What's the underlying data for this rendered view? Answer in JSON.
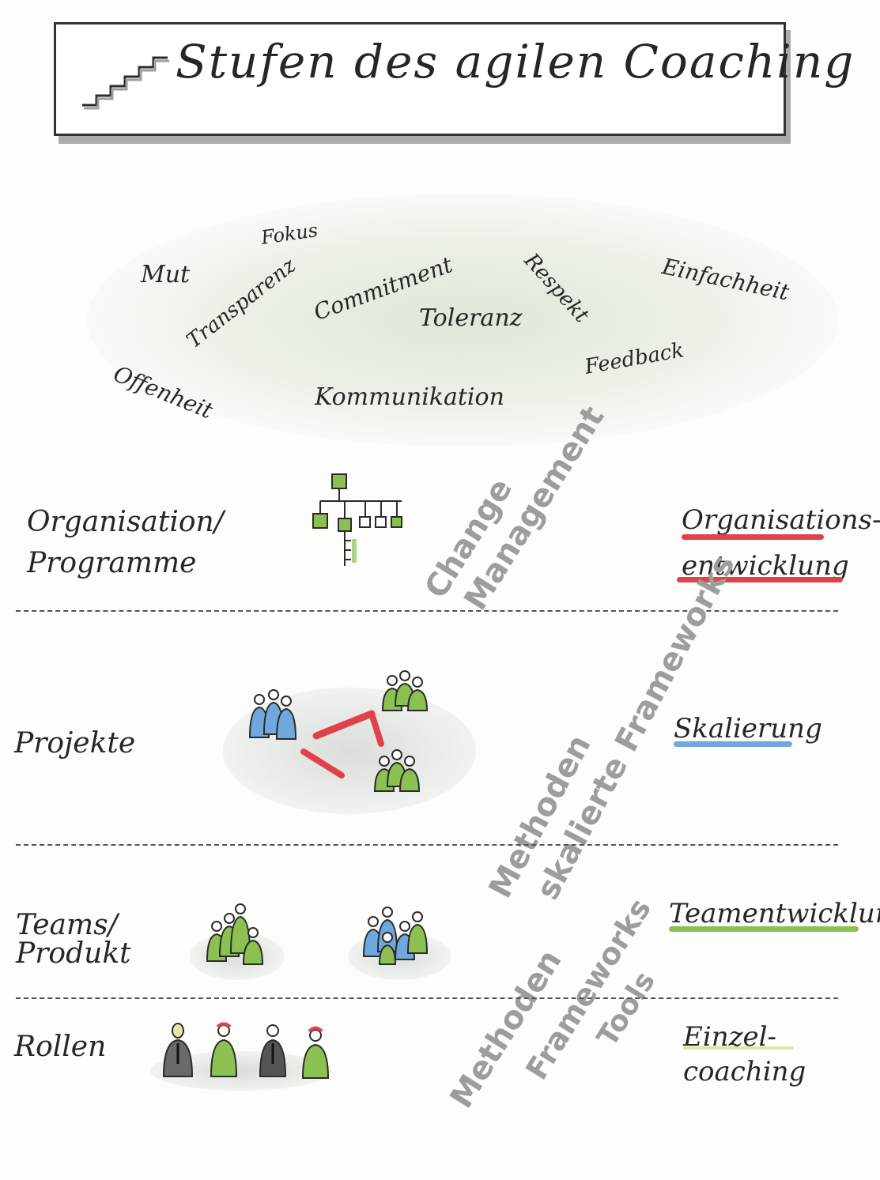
{
  "title": "Stufen des agilen Coaching",
  "values": {
    "mut": "Mut",
    "fokus": "Fokus",
    "transparenz": "Transparenz",
    "commitment": "Commitment",
    "respekt": "Respekt",
    "einfachheit": "Einfachheit",
    "toleranz": "Toleranz",
    "offenheit": "Offenheit",
    "kommunikation": "Kommunikation",
    "feedback": "Feedback"
  },
  "levels": {
    "organisation": {
      "label_line1": "Organisation/",
      "label_line2": "Programme",
      "goal_line1": "Organisations-",
      "goal_line2": "entwicklung"
    },
    "projekte": {
      "label": "Projekte",
      "goal": "Skalierung"
    },
    "teams": {
      "label_line1": "Teams/",
      "label_line2": "Produkt",
      "goal": "Teamentwicklung"
    },
    "rollen": {
      "label": "Rollen",
      "goal_line1": "Einzel-",
      "goal_line2": "coaching"
    }
  },
  "methods": {
    "change_line1": "Change",
    "change_line2": "Management",
    "scaled_line1": "Methoden",
    "scaled_line2": "skalierte Frameworks",
    "team_line1": "Methoden",
    "team_line2": "Frameworks",
    "team_line3": "Tools"
  },
  "colors": {
    "red": "#e0424a",
    "blue": "#6fa8dc",
    "green": "#8cc152",
    "grey": "#9c9e9c",
    "dark": "#2b2b2b"
  }
}
